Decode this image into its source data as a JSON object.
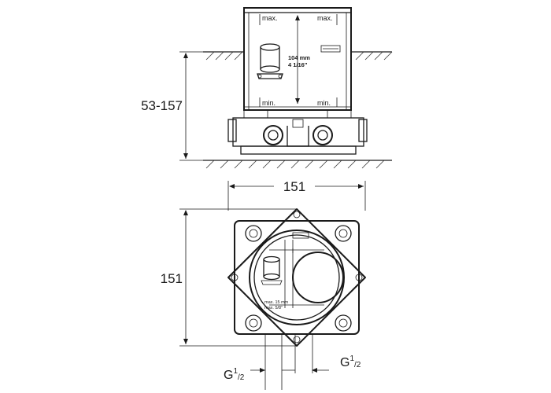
{
  "side_view": {
    "height_dim": "53-157",
    "top_label_left": "max.",
    "top_label_right": "max.",
    "bottom_label_left": "min.",
    "bottom_label_right": "min.",
    "inner_dim_line1": "104 mm",
    "inner_dim_line2": "4 1/16\""
  },
  "top_view": {
    "width_dim": "151",
    "height_dim": "151",
    "inner_label_line1": "max. 15 mm",
    "inner_label_line2": "max. 5/8\"",
    "port_left_prefix": "G",
    "port_left_sup": "1",
    "port_left_sub": "/2",
    "port_right_prefix": "G",
    "port_right_sup": "1",
    "port_right_sub": "/2"
  }
}
